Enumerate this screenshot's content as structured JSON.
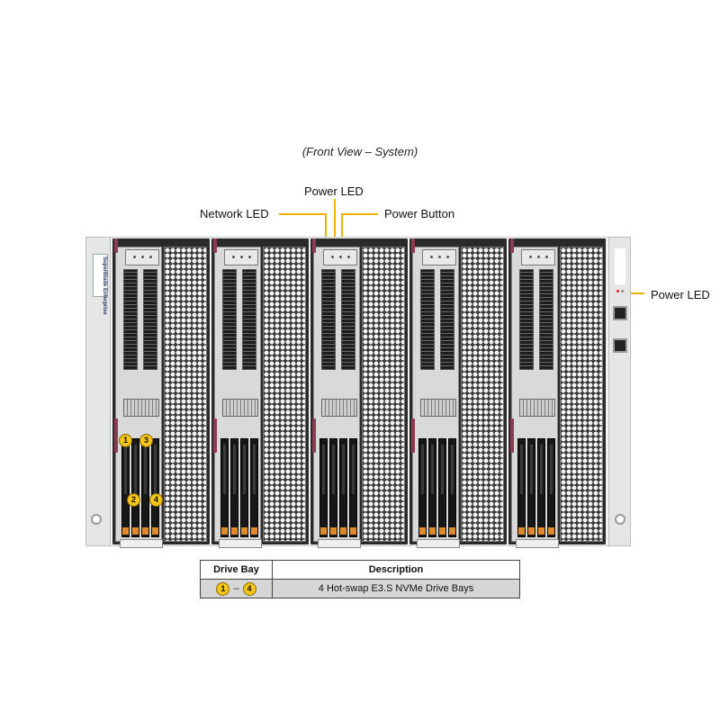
{
  "caption": "(Front View – System)",
  "callouts": {
    "network_led": "Network LED",
    "power_led_top": "Power LED",
    "power_button": "Power Button",
    "power_led_right": "Power LED"
  },
  "brand_tag": "SuperBlade Enterprise",
  "drive_bay_badges": [
    "1",
    "2",
    "3",
    "4"
  ],
  "table": {
    "headers": [
      "Drive Bay",
      "Description"
    ],
    "row": {
      "badge_start": "1",
      "separator": "–",
      "badge_end": "4",
      "description": "4 Hot-swap E3.S NVMe Drive Bays"
    }
  },
  "colors": {
    "callout_line": "#f0b400",
    "badge_fill": "#f5c518",
    "latch": "#8e3a52",
    "drive_tab": "#e08a2b",
    "table_row_fill": "#d6d6d6"
  }
}
